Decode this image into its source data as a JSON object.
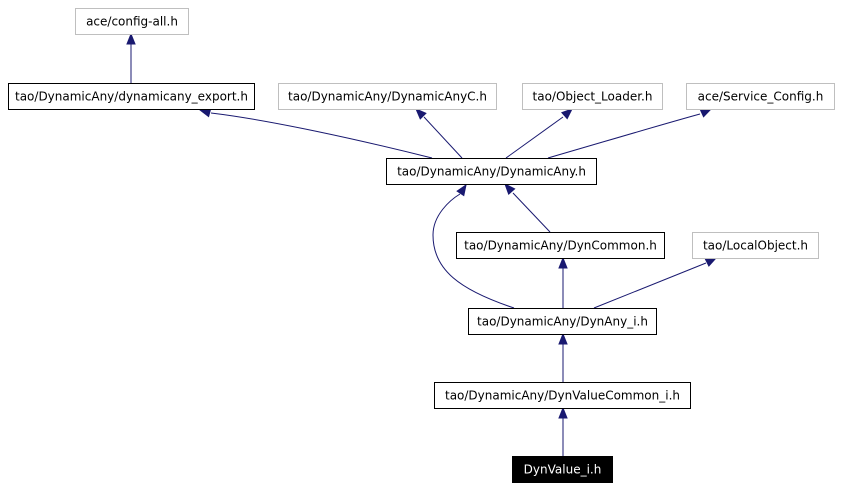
{
  "graph": {
    "nodes": [
      {
        "id": "config_all",
        "label": "ace/config-all.h",
        "kind": "external"
      },
      {
        "id": "dynamicany_export",
        "label": "tao/DynamicAny/dynamicany_export.h",
        "kind": "internal"
      },
      {
        "id": "dynamicanyc",
        "label": "tao/DynamicAny/DynamicAnyC.h",
        "kind": "external"
      },
      {
        "id": "object_loader",
        "label": "tao/Object_Loader.h",
        "kind": "external"
      },
      {
        "id": "service_config",
        "label": "ace/Service_Config.h",
        "kind": "external"
      },
      {
        "id": "dynamicany",
        "label": "tao/DynamicAny/DynamicAny.h",
        "kind": "internal"
      },
      {
        "id": "dyncommon",
        "label": "tao/DynamicAny/DynCommon.h",
        "kind": "internal"
      },
      {
        "id": "localobject",
        "label": "tao/LocalObject.h",
        "kind": "external"
      },
      {
        "id": "dynany_i",
        "label": "tao/DynamicAny/DynAny_i.h",
        "kind": "internal"
      },
      {
        "id": "dynvaluecommon_i",
        "label": "tao/DynamicAny/DynValueCommon_i.h",
        "kind": "internal"
      },
      {
        "id": "dynvalue_i",
        "label": "DynValue_i.h",
        "kind": "focus"
      }
    ],
    "edges": [
      {
        "from": "dynamicany_export",
        "to": "config_all"
      },
      {
        "from": "dynamicany",
        "to": "dynamicany_export"
      },
      {
        "from": "dynamicany",
        "to": "dynamicanyc"
      },
      {
        "from": "dynamicany",
        "to": "object_loader"
      },
      {
        "from": "dynamicany",
        "to": "service_config"
      },
      {
        "from": "dyncommon",
        "to": "dynamicany"
      },
      {
        "from": "dynany_i",
        "to": "dynamicany"
      },
      {
        "from": "dynany_i",
        "to": "dyncommon"
      },
      {
        "from": "dynany_i",
        "to": "localobject"
      },
      {
        "from": "dynvaluecommon_i",
        "to": "dynany_i"
      },
      {
        "from": "dynvalue_i",
        "to": "dynvaluecommon_i"
      }
    ],
    "colors": {
      "edge": "#191970",
      "node_border": "#000000",
      "external_border": "#bfbfbf",
      "focus_fill": "#000000",
      "focus_text": "#ffffff"
    }
  }
}
